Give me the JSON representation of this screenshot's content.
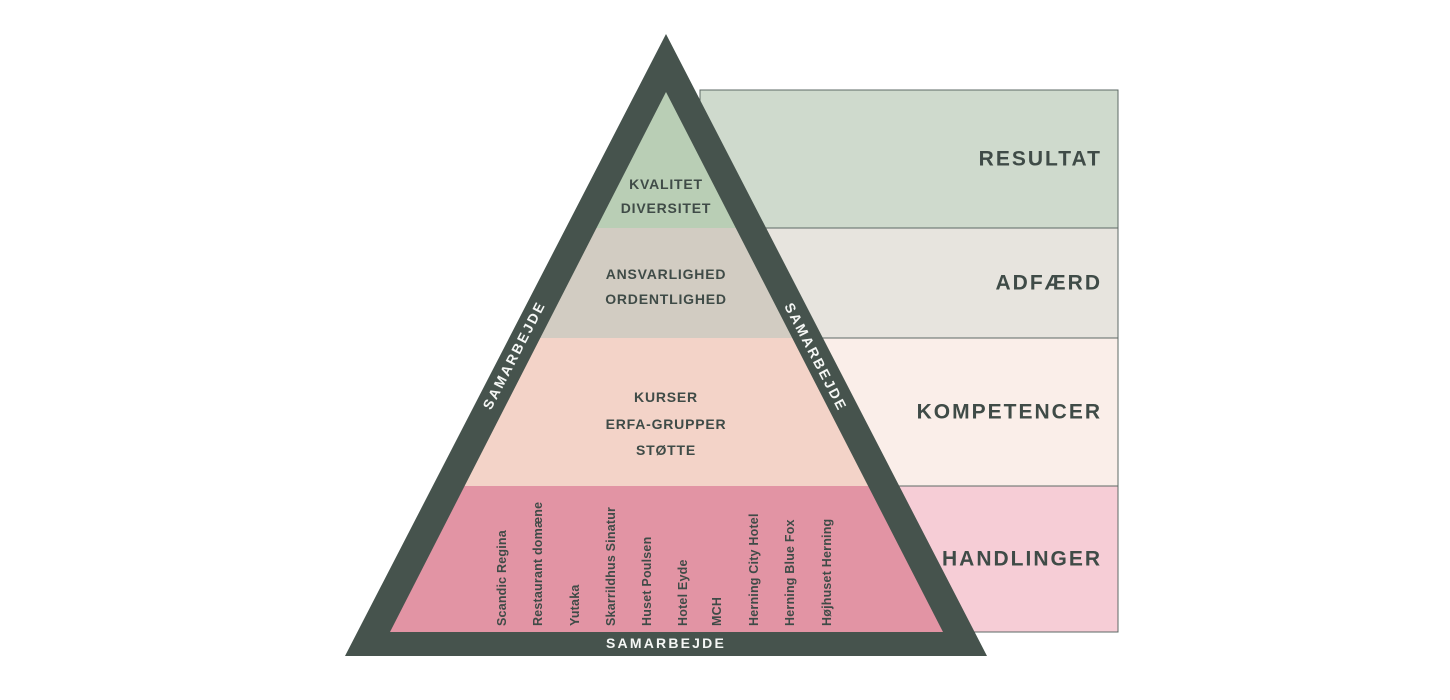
{
  "colors": {
    "border_dark": "#46534d",
    "text_dark": "#3f4b47",
    "text_light": "#f5f7f5",
    "panel_border": "#5d6965"
  },
  "pyramid": {
    "edge_labels": {
      "left": "SAMARBEJDE",
      "right": "SAMARBEJDE",
      "bottom": "SAMARBEJDE"
    },
    "levels": [
      {
        "fill": "#b9ceb5",
        "items": [
          "KVALITET",
          "DIVERSITET"
        ]
      },
      {
        "fill": "#d2ccc2",
        "items": [
          "ANSVARLIGHED",
          "ORDENTLIGHED"
        ]
      },
      {
        "fill": "#f3d3c8",
        "items": [
          "KURSER",
          "ERFA-GRUPPER",
          "STØTTE"
        ]
      },
      {
        "fill": "#e294a4",
        "companies": [
          "Scandic Regina",
          "Restaurant domæne",
          "Yutaka",
          "Skarrildhus Sinatur",
          "Huset Poulsen",
          "Hotel Eyde",
          "MCH",
          "Herning City Hotel",
          "Herning Blue Fox",
          "Højhuset Herning"
        ]
      }
    ]
  },
  "panel": {
    "bands": [
      {
        "label": "RESULTAT",
        "fill": "#cfdacd"
      },
      {
        "label": "ADFÆRD",
        "fill": "#e7e4de"
      },
      {
        "label": "KOMPETENCER",
        "fill": "#faeee9"
      },
      {
        "label": "HANDLINGER",
        "fill": "#f6cdd6"
      }
    ]
  }
}
